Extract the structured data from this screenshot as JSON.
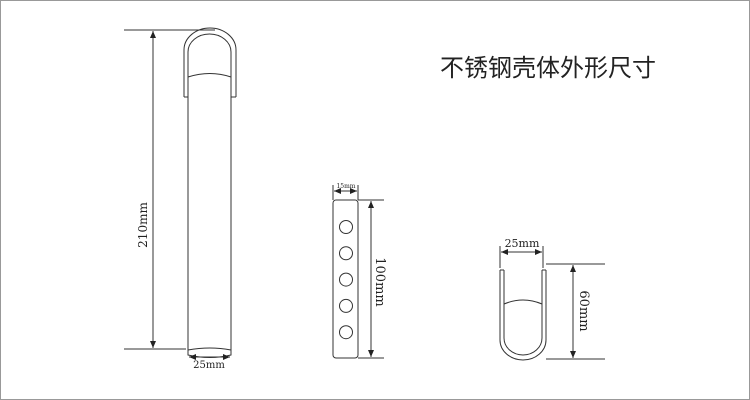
{
  "title": "不锈钢壳体外形尺寸",
  "long_shell": {
    "height_label": "210mm",
    "width_label": "25mm"
  },
  "board": {
    "height_label": "100mm",
    "width_label": "15mm",
    "hole_count": 5
  },
  "short_shell": {
    "height_label": "60mm",
    "width_label": "25mm"
  },
  "colors": {
    "line": "#333333",
    "frame": "#999999"
  }
}
